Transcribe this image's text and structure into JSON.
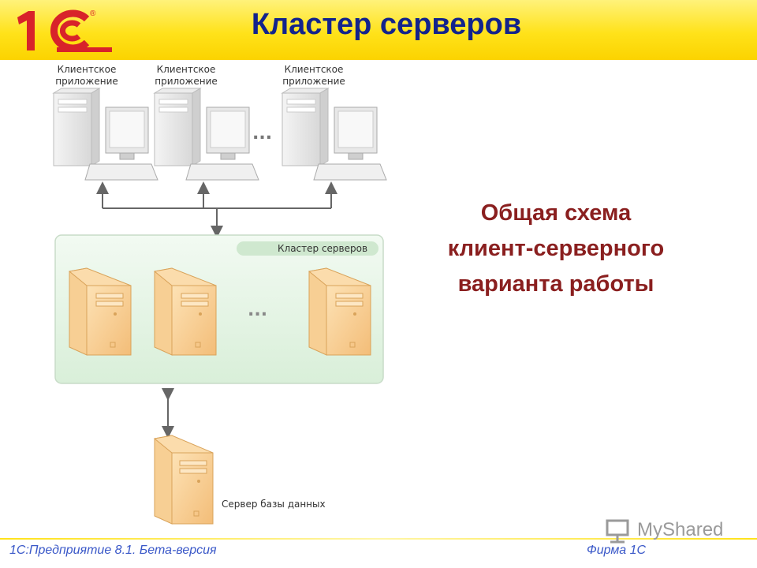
{
  "header": {
    "logo_text": "1С",
    "logo_mark": "®",
    "title": "Кластер серверов"
  },
  "diagram": {
    "clients": [
      {
        "label_line1": "Клиентское",
        "label_line2": "приложение"
      },
      {
        "label_line1": "Клиентское",
        "label_line2": "приложение"
      },
      {
        "label_line1": "Клиентское",
        "label_line2": "приложение"
      }
    ],
    "ellipsis": "...",
    "cluster_label": "Кластер серверов",
    "db_label": "Сервер базы данных"
  },
  "subtitle": {
    "line1": "Общая схема",
    "line2": "клиент-серверного",
    "line3": "варианта работы"
  },
  "footer": {
    "left": "1С:Предприятие 8.1. Бета-версия",
    "right": "Фирма 1С"
  },
  "watermark": {
    "text": "MyShared"
  },
  "colors": {
    "header_yellow": "#ffe21a",
    "logo_red": "#d8232a",
    "title_blue": "#12238c",
    "subtitle_red": "#8a1f1f",
    "footer_blue": "#3a58c8",
    "cluster_bg": "#e6f4e6",
    "server_orange": "#f6c98a"
  }
}
